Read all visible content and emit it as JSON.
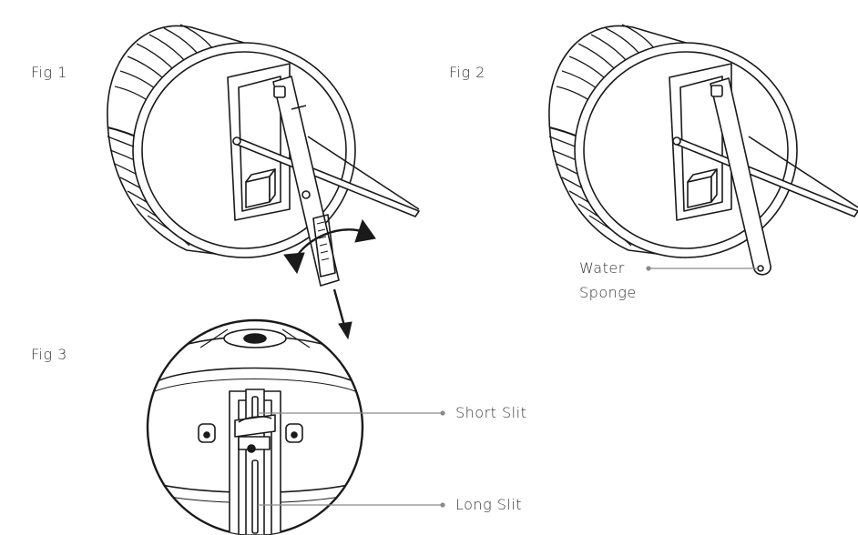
{
  "figures": [
    {
      "label": "Fig 1"
    },
    {
      "label": "Fig 2"
    },
    {
      "label": "Fig 3"
    }
  ],
  "callouts": {
    "water_sponge_line1": "Water",
    "water_sponge_line2": "Sponge",
    "short_slit": "Short Slit",
    "long_slit": "Long Slit"
  },
  "colors": {
    "ink": "#1a1a1a",
    "leader": "#8a8a8a",
    "text": "#333333"
  }
}
